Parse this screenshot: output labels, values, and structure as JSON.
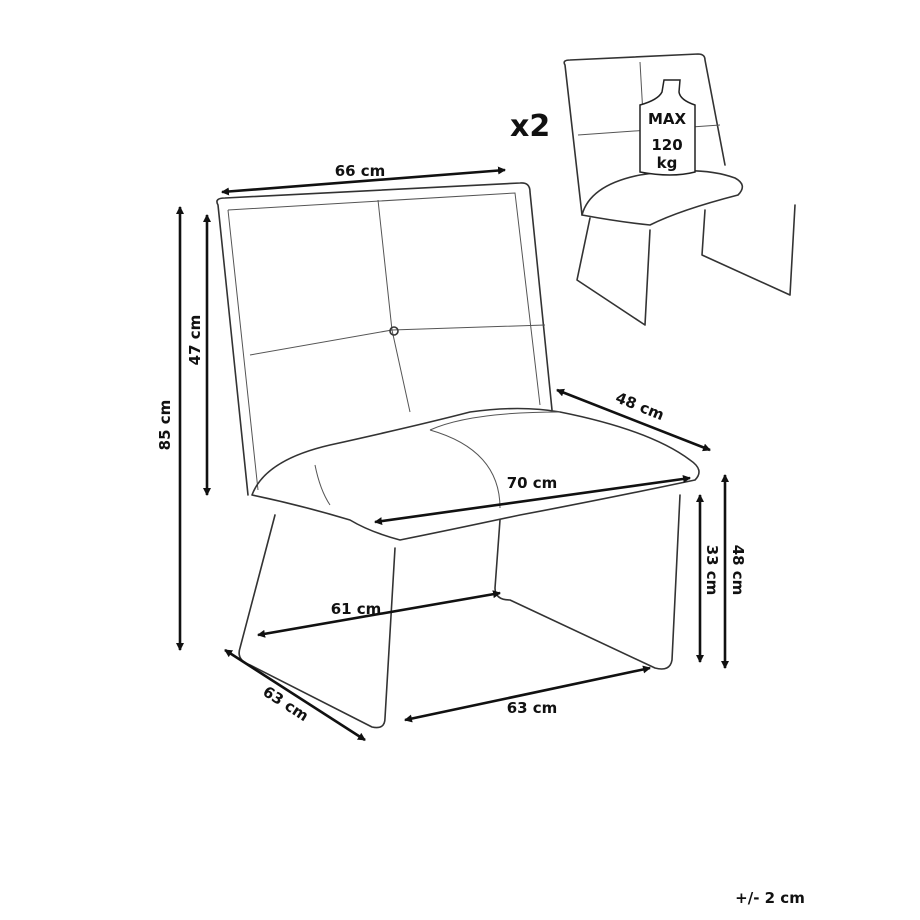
{
  "diagram": {
    "quantity_label": "x2",
    "max_load": {
      "top": "MAX",
      "value": "120",
      "unit": "kg"
    },
    "dimensions": {
      "back_width": "66 cm",
      "total_height": "85 cm",
      "back_height": "47 cm",
      "seat_depth": "48 cm",
      "seat_width": "70 cm",
      "inner_leg_width": "61 cm",
      "base_depth": "63 cm",
      "base_width": "63 cm",
      "leg_height": "33 cm",
      "seat_height": "48 cm"
    },
    "tolerance": "+/- 2 cm"
  }
}
